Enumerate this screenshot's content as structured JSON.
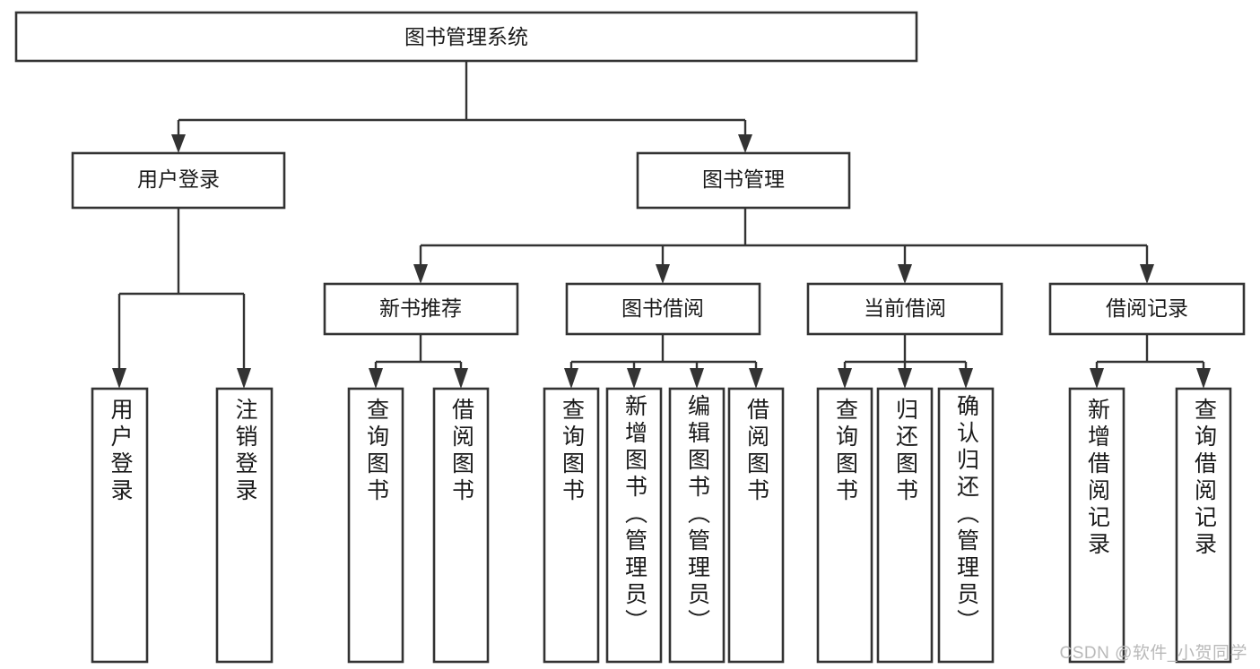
{
  "diagram": {
    "title": "图书管理系统",
    "type": "tree-hierarchy-diagram",
    "colors": {
      "box_stroke": "#333333",
      "box_fill": "#ffffff",
      "connector": "#333333",
      "text": "#1a1a1a",
      "watermark": "#b9b9b9",
      "background": "#ffffff"
    },
    "root": {
      "label": "图书管理系统"
    },
    "level1": [
      {
        "label": "用户登录"
      },
      {
        "label": "图书管理"
      }
    ],
    "level2": [
      {
        "label": "新书推荐"
      },
      {
        "label": "图书借阅"
      },
      {
        "label": "当前借阅"
      },
      {
        "label": "借阅记录"
      }
    ],
    "leaves": {
      "user_login": [
        {
          "label": "用户登录"
        },
        {
          "label": "注销登录"
        }
      ],
      "new_book_recommend": [
        {
          "label": "查询图书"
        },
        {
          "label": "借阅图书"
        }
      ],
      "book_borrow": [
        {
          "label": "查询图书"
        },
        {
          "label": "新增图书（管理员）"
        },
        {
          "label": "编辑图书（管理员）"
        },
        {
          "label": "借阅图书"
        }
      ],
      "current_borrow": [
        {
          "label": "查询图书"
        },
        {
          "label": "归还图书"
        },
        {
          "label": "确认归还（管理员）"
        }
      ],
      "borrow_record": [
        {
          "label": "新增借阅记录"
        },
        {
          "label": "查询借阅记录"
        }
      ]
    }
  },
  "watermark": {
    "text": "CSDN @软件_小贺同学"
  }
}
